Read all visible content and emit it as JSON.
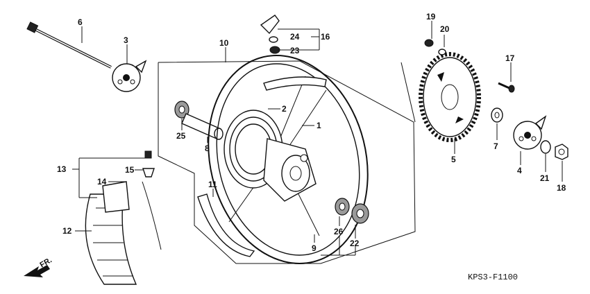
{
  "diagram_code": "KPS3-F1100",
  "direction_label": "FR.",
  "callouts": {
    "c1": "1",
    "c2": "2",
    "c3": "3",
    "c4": "4",
    "c5": "5",
    "c6": "6",
    "c7": "7",
    "c8": "8",
    "c9": "9",
    "c10": "10",
    "c11": "11",
    "c12": "12",
    "c13": "13",
    "c14": "14",
    "c15": "15",
    "c16": "16",
    "c17": "17",
    "c18": "18",
    "c19": "19",
    "c20": "20",
    "c21": "21",
    "c22": "22",
    "c23": "23",
    "c24": "24",
    "c25": "25",
    "c26": "26"
  }
}
